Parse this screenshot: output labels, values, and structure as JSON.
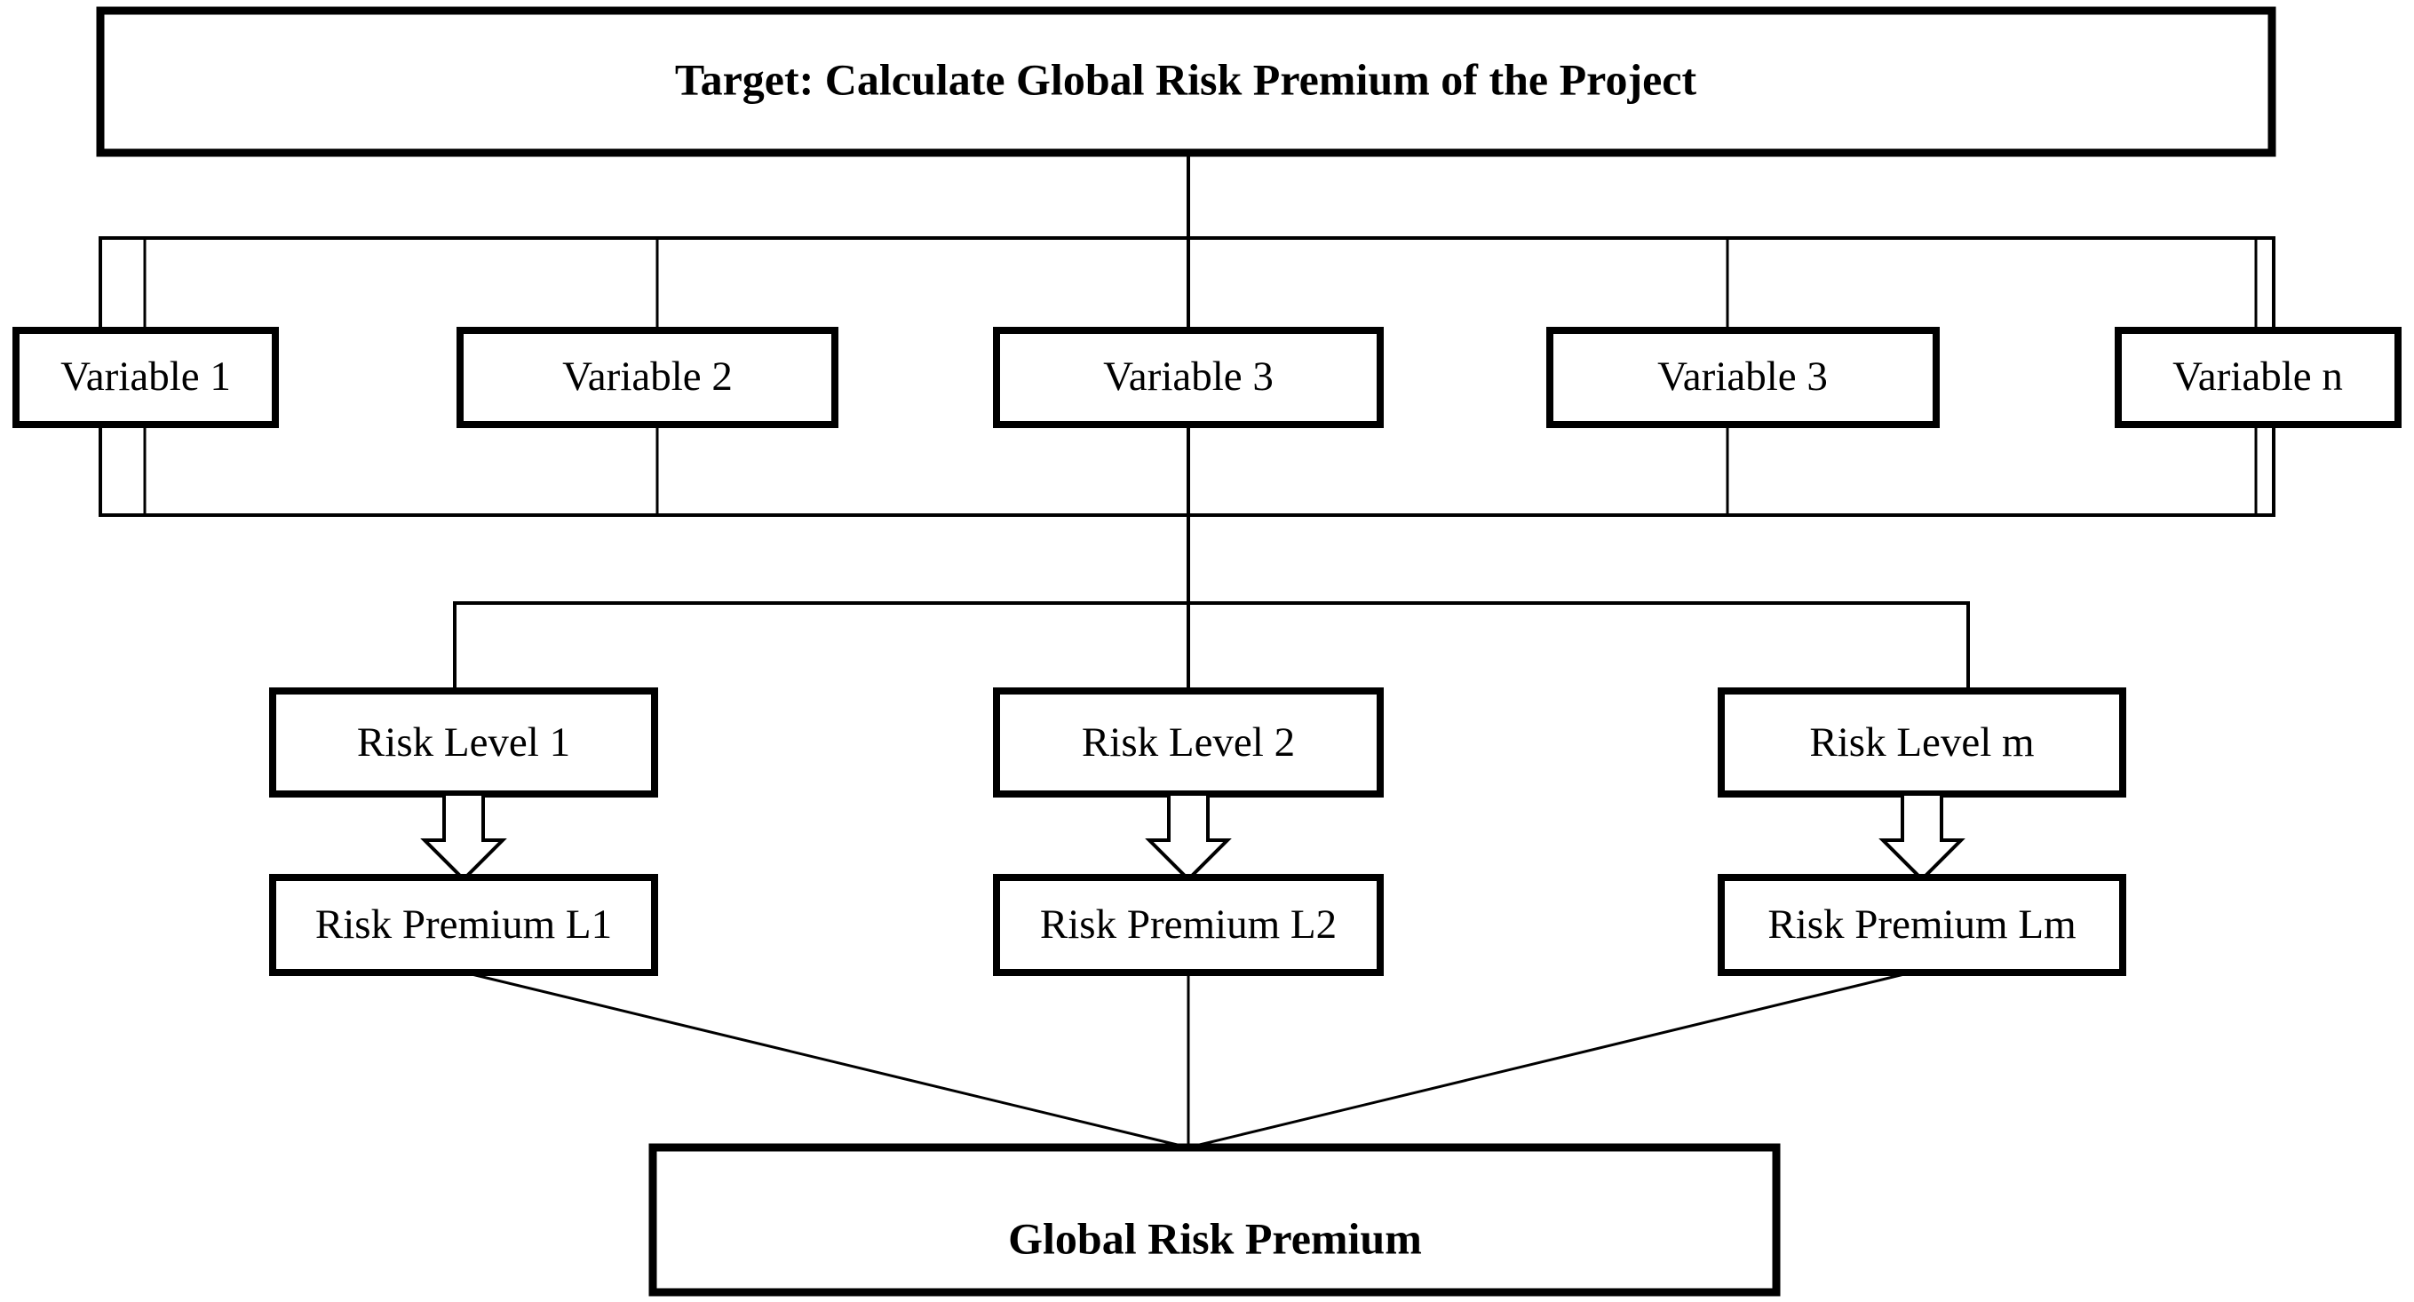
{
  "diagram": {
    "title": "Target: Calculate Global Risk Premium of the Project",
    "target": {
      "label": "Target: Calculate Global Risk Premium of the Project"
    },
    "variables": {
      "items": [
        {
          "label": "Variable 1"
        },
        {
          "label": "Variable 2"
        },
        {
          "label": "Variable 3"
        },
        {
          "label": "Variable 3"
        },
        {
          "label": "Variable n"
        }
      ]
    },
    "risk_levels": {
      "items": [
        {
          "label": "Risk Level 1"
        },
        {
          "label": "Risk Level 2"
        },
        {
          "label": "Risk Level m"
        }
      ]
    },
    "risk_premiums": {
      "items": [
        {
          "label": "Risk Premium L1"
        },
        {
          "label": "Risk Premium L2"
        },
        {
          "label": "Risk Premium Lm"
        }
      ]
    },
    "result": {
      "label": "Global Risk Premium"
    },
    "colors": {
      "stroke": "#000000",
      "fill": "#ffffff",
      "background": "#ffffff"
    }
  }
}
